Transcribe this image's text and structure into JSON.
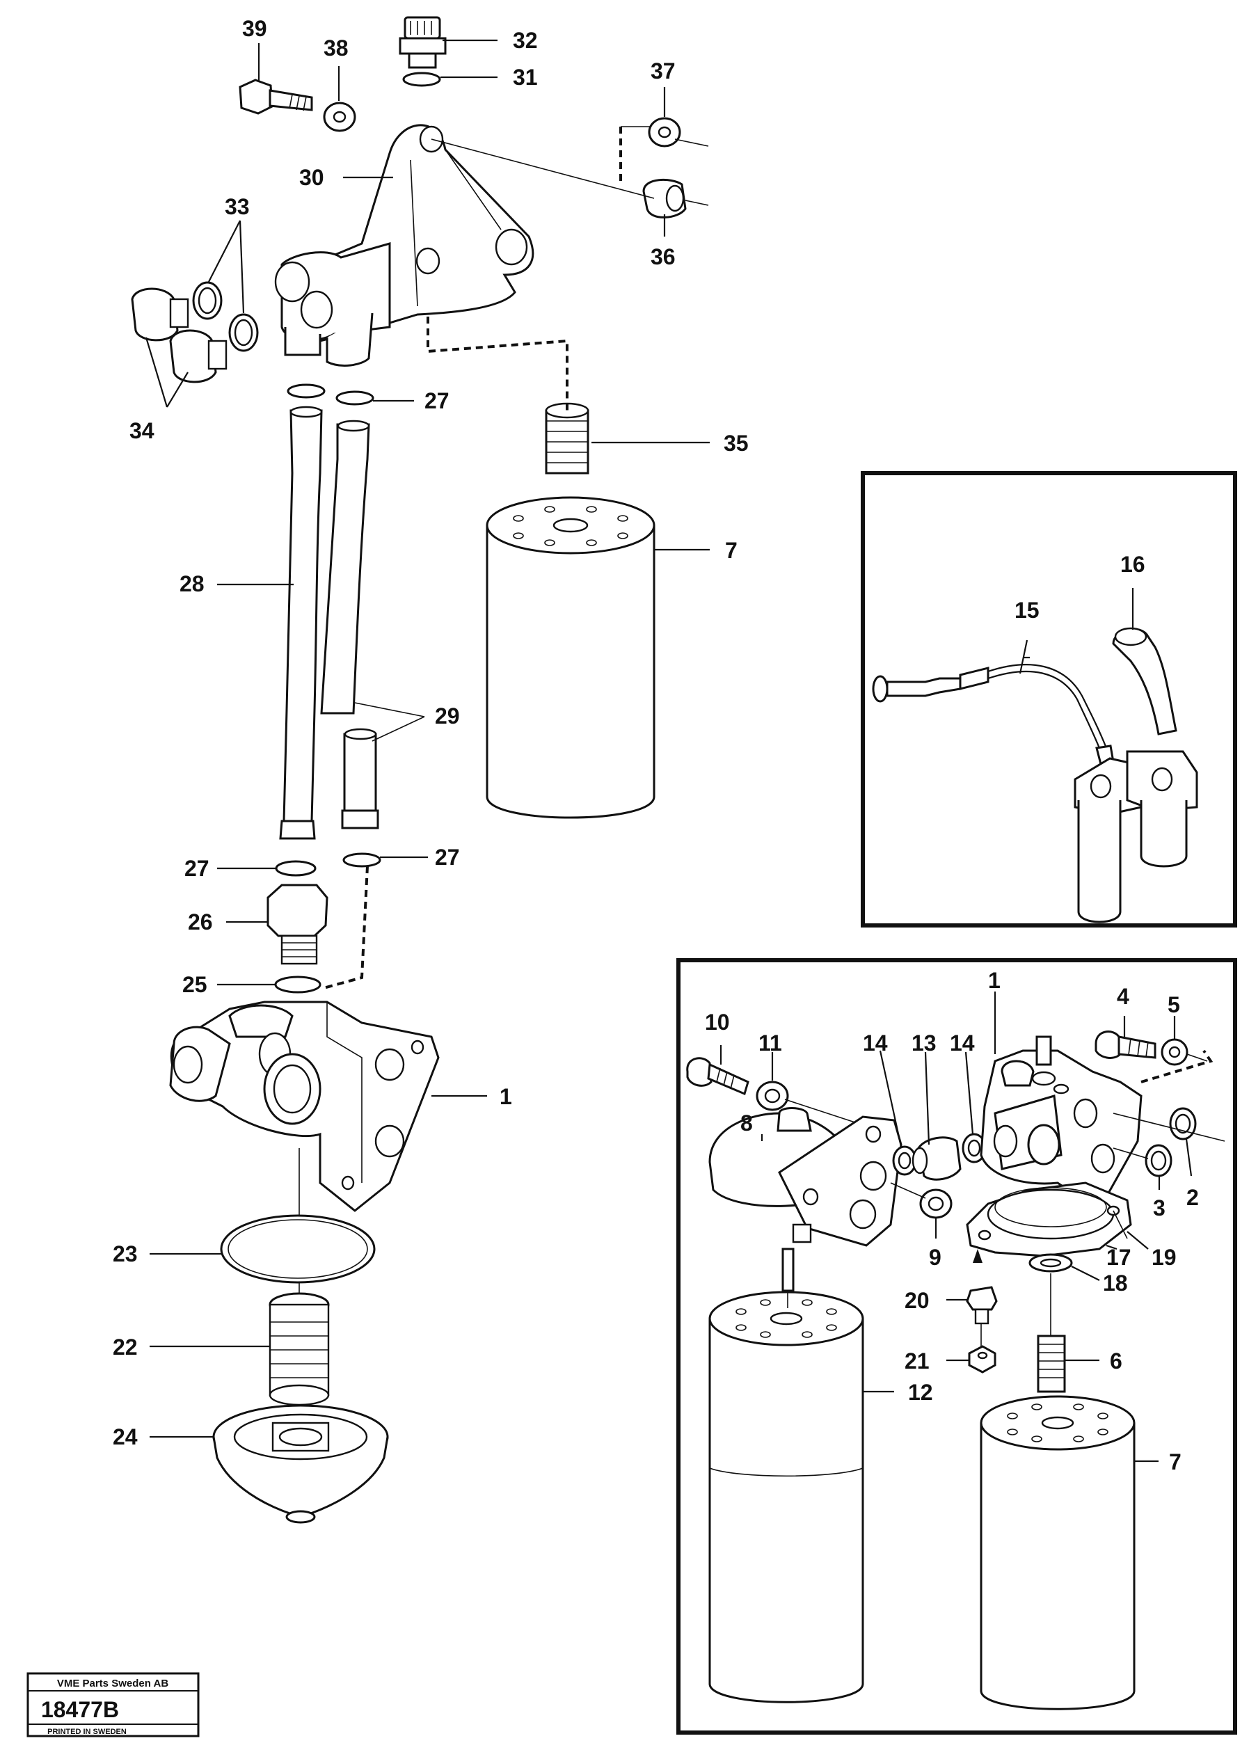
{
  "labels": {
    "p1": "1",
    "p2": "2",
    "p3": "3",
    "p4": "4",
    "p5": "5",
    "p6": "6",
    "p7": "7",
    "p8": "8",
    "p9": "9",
    "p10": "10",
    "p11": "11",
    "p12": "12",
    "p13": "13",
    "p14": "14",
    "p15": "15",
    "p16": "16",
    "p17": "17",
    "p18": "18",
    "p19": "19",
    "p20": "20",
    "p21": "21",
    "p22": "22",
    "p23": "23",
    "p24": "24",
    "p25": "25",
    "p26": "26",
    "p27": "27",
    "p28": "28",
    "p29": "29",
    "p30": "30",
    "p31": "31",
    "p32": "32",
    "p33": "33",
    "p34": "34",
    "p35": "35",
    "p36": "36",
    "p37": "37",
    "p38": "38",
    "p39": "39"
  },
  "badge": {
    "company": "VME Parts Sweden AB",
    "drawing_number": "18477B",
    "printed": "PRINTED IN SWEDEN"
  }
}
